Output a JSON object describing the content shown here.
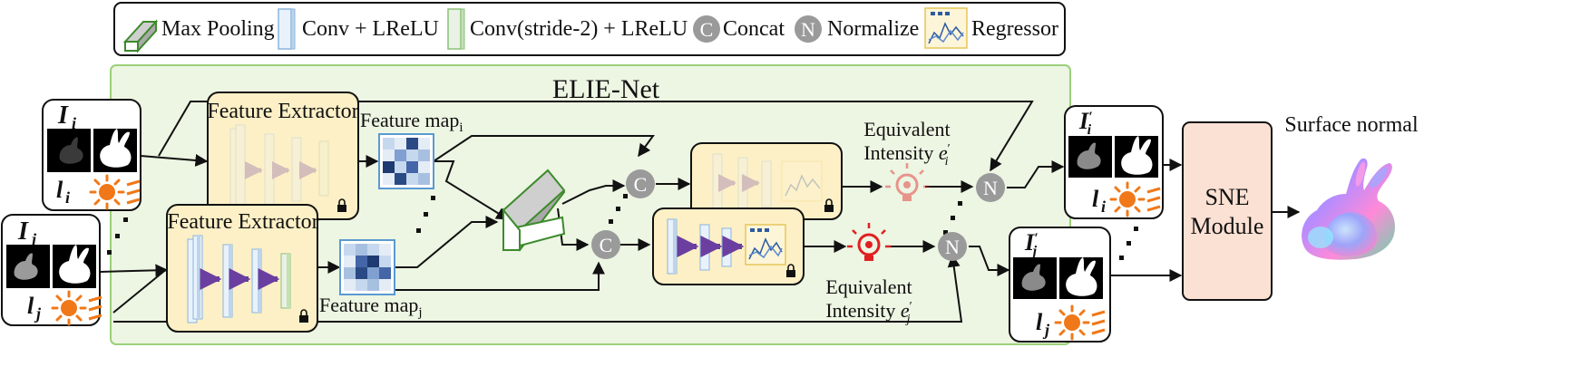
{
  "legend": {
    "max_pooling": "Max Pooling",
    "conv": "Conv + LReLU",
    "conv_stride2": "Conv(stride-2) + LReLU",
    "concat_symbol": "C",
    "concat": "Concat",
    "normalize_symbol": "N",
    "normalize": "Normalize",
    "regressor": "Regressor"
  },
  "net_title": "ELIE-Net",
  "feature_extractor_label": "Feature Extractor",
  "feature_map_i": {
    "base": "Feature map",
    "sub": "i"
  },
  "feature_map_j": {
    "base": "Feature map",
    "sub": "j"
  },
  "input_i": {
    "image_symbol": "I",
    "sub": "i",
    "light_symbol": "l"
  },
  "input_j": {
    "image_symbol": "I",
    "sub": "j",
    "light_symbol": "l"
  },
  "output_i": {
    "image_symbol": "I",
    "prime": "′",
    "sub": "i",
    "light_symbol": "l"
  },
  "output_j": {
    "image_symbol": "I",
    "prime": "′",
    "sub": "j",
    "light_symbol": "l"
  },
  "equiv_i": {
    "line1": "Equivalent",
    "line2": "Intensity",
    "symbol": "e",
    "sub": "i",
    "prime": "′"
  },
  "equiv_j": {
    "line1": "Equivalent",
    "line2": "Intensity",
    "symbol": "e",
    "sub": "j",
    "prime": "′"
  },
  "sne_line1": "SNE",
  "sne_line2": "Module",
  "surface_normal": "Surface normal",
  "colors": {
    "net_bg": "#edf5e3",
    "net_border": "#9bd07a",
    "extractor_fill": "#fdf0c6",
    "sne_fill": "#fbe1d3",
    "concat_gray": "#9a9a9a",
    "arrow_purple": "#6b3fa0",
    "sun_orange": "#f07818",
    "bulb_red": "#e02020"
  }
}
